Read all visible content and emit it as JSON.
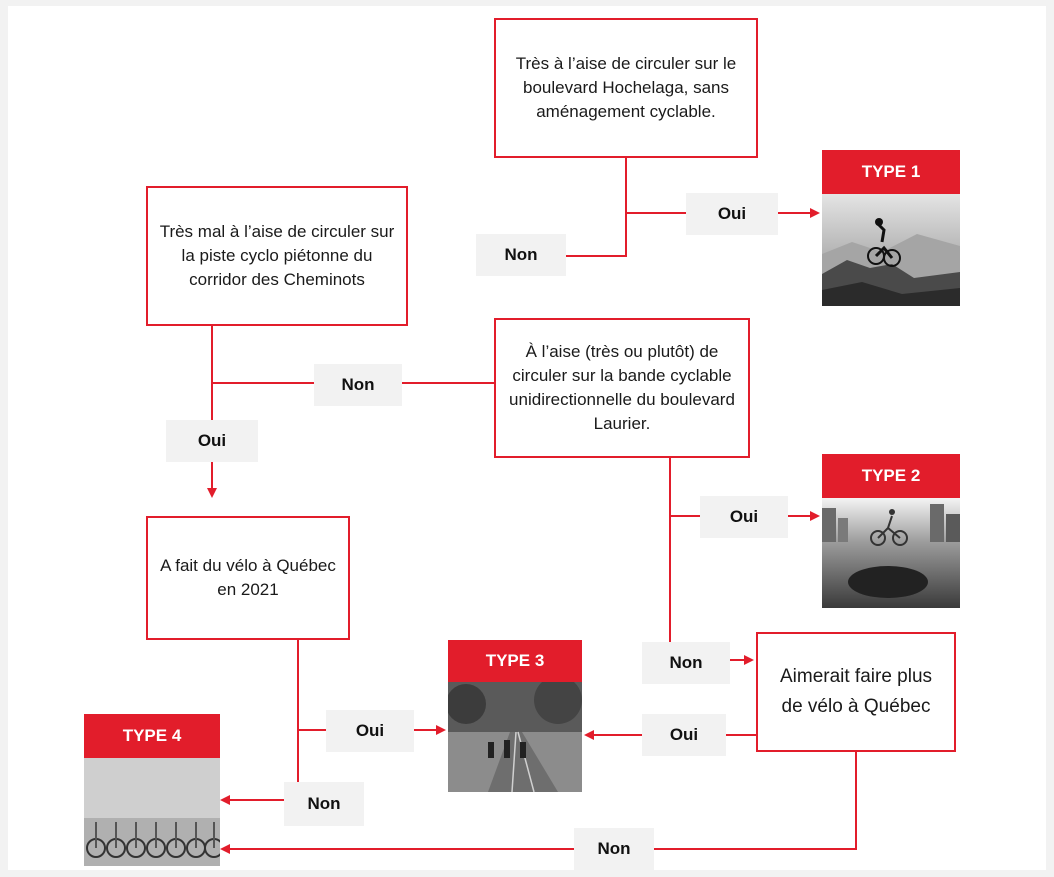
{
  "boxes": {
    "b1": "Très à l’aise de circuler sur le boulevard Hochelaga, sans aménagement cyclable.",
    "b2": "Très mal à l’aise de circuler sur la piste cyclo piétonne du corridor des Cheminots",
    "b3": "À l’aise (très ou plutôt) de circuler sur la bande cyclable unidirectionnelle du boulevard Laurier.",
    "b4": "A fait du vélo à Québec en 2021",
    "b5": "Aimerait faire plus de vélo à Québec"
  },
  "labels": {
    "oui_type1": "Oui",
    "non_b1_b2": "Non",
    "non_b2_b3": "Non",
    "oui_b2_b4": "Oui",
    "oui_type2": "Oui",
    "non_b3_b5": "Non",
    "oui_b4_type3": "Oui",
    "oui_b5_type3": "Oui",
    "non_b4_type4": "Non",
    "non_b5_type4": "Non"
  },
  "types": {
    "t1": "TYPE 1",
    "t2": "TYPE 2",
    "t3": "TYPE 3",
    "t4": "TYPE 4"
  },
  "colors": {
    "accent": "#e21d2b",
    "label_bg": "#f2f2f2"
  },
  "images": {
    "t1": "mountain-biker-photo",
    "t2": "cyclist-shadow-photo",
    "t3": "bike-path-cyclists-photo",
    "t4": "parked-bicycles-photo"
  }
}
